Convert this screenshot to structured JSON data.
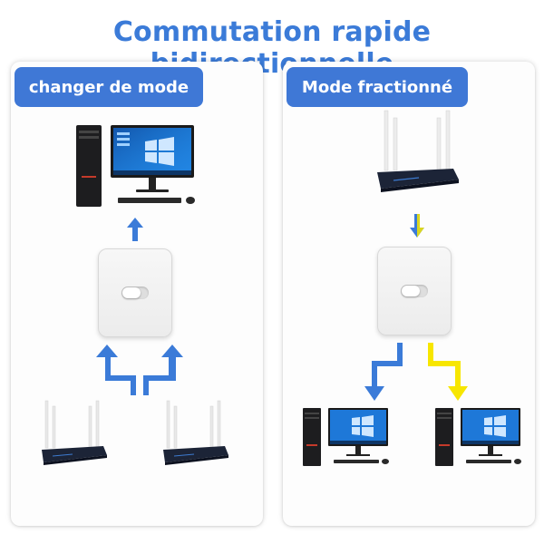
{
  "title": "Commutation rapide bidirectionnelle",
  "left_panel": {
    "label": "changer de mode"
  },
  "right_panel": {
    "label": "Mode fractionné"
  },
  "colors": {
    "title_blue": "#3b7bd8",
    "label_blue": "#3f78d6",
    "arrow_blue": "#3b7bd8",
    "arrow_yellow": "#f7e600"
  },
  "icons": [
    "desktop-computer-icon",
    "router-icon",
    "switch-box-icon",
    "arrow-icon"
  ]
}
